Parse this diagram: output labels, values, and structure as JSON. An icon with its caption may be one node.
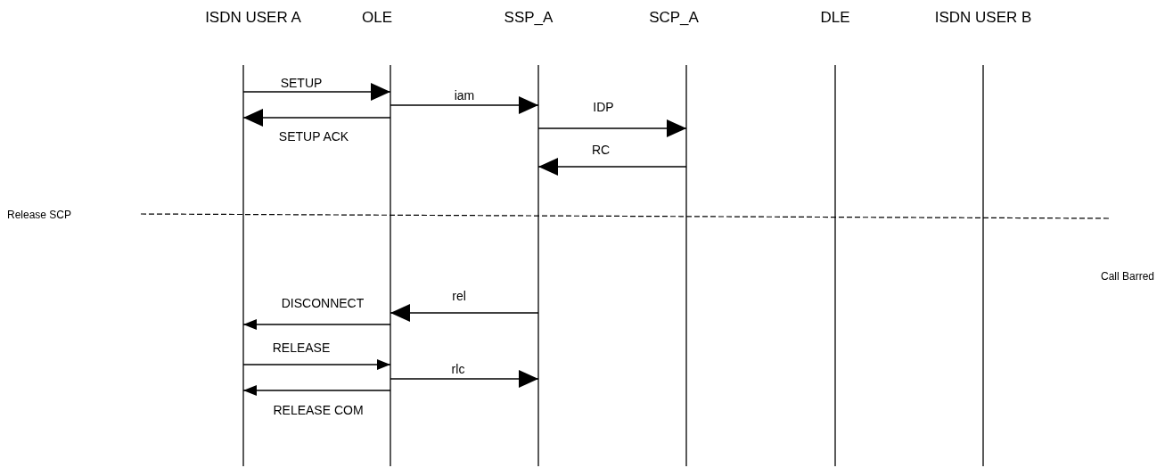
{
  "diagram": {
    "nodes": [
      {
        "text": [
          "ISDN USER A"
        ]
      },
      {
        "text": [
          "OLE"
        ]
      },
      {
        "text": [
          "SSP_A"
        ]
      },
      {
        "text": [
          "SCP_A"
        ]
      },
      {
        "text": [
          "DLE"
        ]
      },
      {
        "text": [
          "ISDN USER B"
        ]
      }
    ],
    "edges": [
      {
        "from": 0,
        "to": 1,
        "arrow": "to",
        "label": "SETUP"
      },
      {
        "from": 1,
        "to": 2,
        "arrow": "to",
        "label": "iam"
      },
      {
        "from": 1,
        "to": 0,
        "arrow": "to",
        "label": "SETUP ACK"
      },
      {
        "from": 2,
        "to": 3,
        "arrow": "to",
        "label": "IDP"
      },
      {
        "from": 3,
        "to": 2,
        "arrow": "to",
        "label": "RC"
      },
      {
        "from": 2,
        "to": 1,
        "arrow": "to",
        "label": "rel"
      },
      {
        "from": 1,
        "to": 0,
        "arrow": "to",
        "label": "DISCONNECT"
      },
      {
        "from": 0,
        "to": 1,
        "arrow": "to",
        "label": "RELEASE"
      },
      {
        "from": 1,
        "to": 2,
        "arrow": "to",
        "label": "rlc"
      },
      {
        "from": 1,
        "to": 0,
        "arrow": "to",
        "label": "RELEASE COM"
      }
    ],
    "labels": [
      "Release SCP",
      "Call Barred"
    ]
  }
}
